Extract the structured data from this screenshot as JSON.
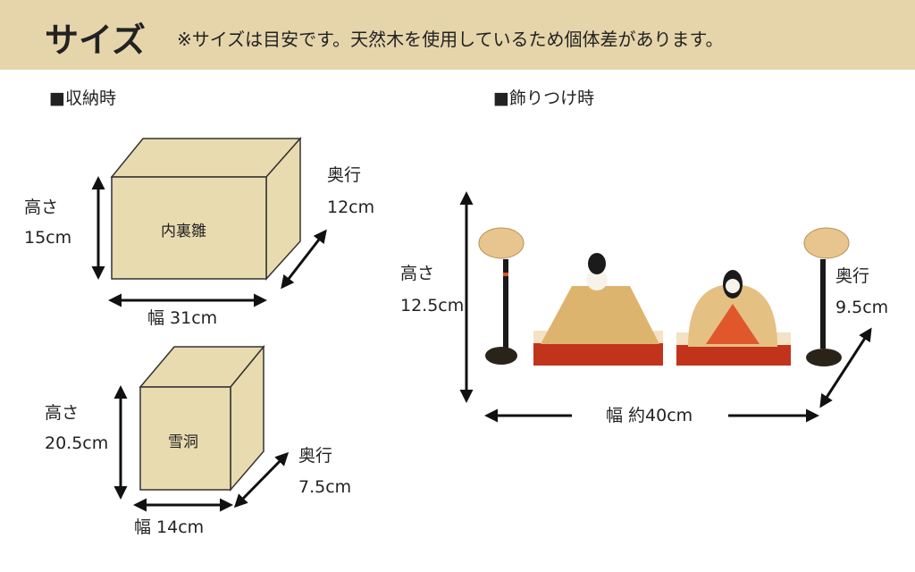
{
  "header": {
    "title": "サイズ",
    "note": "※サイズは目安です。天然木を使用しているため個体差があります。"
  },
  "storage": {
    "heading": "■収納時",
    "boxes": [
      {
        "name": "内裏雛",
        "height_label": "高さ",
        "height": "15cm",
        "width": "幅 31cm",
        "depth_label": "奥行",
        "depth": "12cm"
      },
      {
        "name": "雪洞",
        "height_label": "高さ",
        "height": "20.5cm",
        "width": "幅 14cm",
        "depth_label": "奥行",
        "depth": "7.5cm"
      }
    ]
  },
  "display": {
    "heading": "■飾りつけ時",
    "height_label": "高さ",
    "height": "12.5cm",
    "width": "幅 約40cm",
    "depth_label": "奥行",
    "depth": "9.5cm"
  },
  "colors": {
    "header_bg": "#e6d5ab",
    "box_fill": "#e9dbb0"
  }
}
